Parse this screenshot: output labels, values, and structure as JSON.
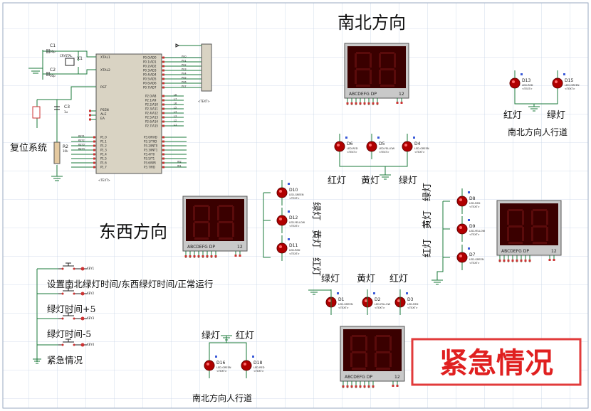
{
  "labels": {
    "ns_direction": "南北方向",
    "ew_direction": "东西方向",
    "reset_system": "复位系统",
    "ns_pedestrian_top": "南北方向人行道",
    "ns_pedestrian_bottom": "南北方向人行道",
    "emergency": "紧急情况"
  },
  "buttons": [
    {
      "label": "设置南北绿灯时间/东西绿灯时间/正常运行",
      "key": "KEY1"
    },
    {
      "label": "绿灯时间+5",
      "key": "KEY2"
    },
    {
      "label": "绿灯时间-5",
      "key": "KEY3"
    },
    {
      "label": "紧急情况",
      "key": "KEY4"
    }
  ],
  "light_words": {
    "red": "红灯",
    "yellow": "黄灯",
    "green": "绿灯"
  },
  "leds": {
    "D1": {
      "name": "D1",
      "part": "LED-GREEN"
    },
    "D2": {
      "name": "D2",
      "part": "LED-YELLOW"
    },
    "D3": {
      "name": "D3",
      "part": "LED-RED"
    },
    "D4": {
      "name": "D4",
      "part": "LED-GREEN"
    },
    "D5": {
      "name": "D5",
      "part": "LED-YELLOW"
    },
    "D6": {
      "name": "D6",
      "part": "LED-RED"
    },
    "D7": {
      "name": "D7",
      "part": "LED-GREEN"
    },
    "D8": {
      "name": "D8",
      "part": "LED-RED"
    },
    "D9": {
      "name": "D9",
      "part": "LED-YELLOW"
    },
    "D10": {
      "name": "D10",
      "part": "LED-GREEN"
    },
    "D11": {
      "name": "D11",
      "part": "LED-RED"
    },
    "D12": {
      "name": "D12",
      "part": "LED-YELLOW"
    },
    "D13": {
      "name": "D13",
      "part": "LED-RED"
    },
    "D15": {
      "name": "D15",
      "part": "LED-GREEN"
    },
    "D16": {
      "name": "D16",
      "part": "LED-GREEN"
    },
    "D18": {
      "name": "D18",
      "part": "LED-RED"
    }
  },
  "components": {
    "C1": "C1",
    "C1_value": "30p",
    "C2": "C2",
    "C2_value": "30p",
    "C3": "C3",
    "C3_value": "1u",
    "X1": "X1",
    "X1_value": "CRYSTAL",
    "R2": "R2",
    "R2_value": "10k",
    "xtal1": "XTAL1",
    "xtal2": "XTAL2",
    "rst": "RST",
    "psen": "PSEN",
    "ale": "ALE",
    "ea": "EA"
  },
  "seven_seg_label": "ABCDEFG  DP",
  "seven_seg_pins": "12",
  "text_placeholder": "<TEXT>",
  "mcu_port0": [
    "P0.0/AD0",
    "P0.1/AD1",
    "P0.2/AD2",
    "P0.3/AD3",
    "P0.4/AD4",
    "P0.5/AD5",
    "P0.6/AD6",
    "P0.7/AD7"
  ],
  "mcu_port2": [
    "P2.0/A8",
    "P2.1/A9",
    "P2.2/A10",
    "P2.3/A11",
    "P2.4/A12",
    "P2.5/A13",
    "P2.6/A14",
    "P2.7/A15"
  ],
  "mcu_port1": [
    "P1.0",
    "P1.1",
    "P1.2",
    "P1.3",
    "P1.4",
    "P1.5",
    "P1.6",
    "P1.7"
  ],
  "mcu_port3": [
    "P3.0/RXD",
    "P3.1/TXD",
    "P3.2/INT0",
    "P3.3/INT1",
    "P3.4/T0",
    "P3.5/T1",
    "P3.6/WR",
    "P3.7/RD"
  ],
  "p0_nets": [
    "P00",
    "P01",
    "P02",
    "P03",
    "P04",
    "P05",
    "P06",
    "P07"
  ],
  "p2_nets": [
    "L8",
    "L7",
    "L6",
    "L5",
    "L4",
    "L3",
    "L2",
    "L1"
  ],
  "p1_nets": [
    "KEY1",
    "KEY2",
    "KEY3",
    "KEY4",
    "",
    "",
    "",
    ""
  ],
  "p3_nets": [
    "",
    "",
    "",
    "",
    "",
    "",
    "W2",
    "W1"
  ]
}
